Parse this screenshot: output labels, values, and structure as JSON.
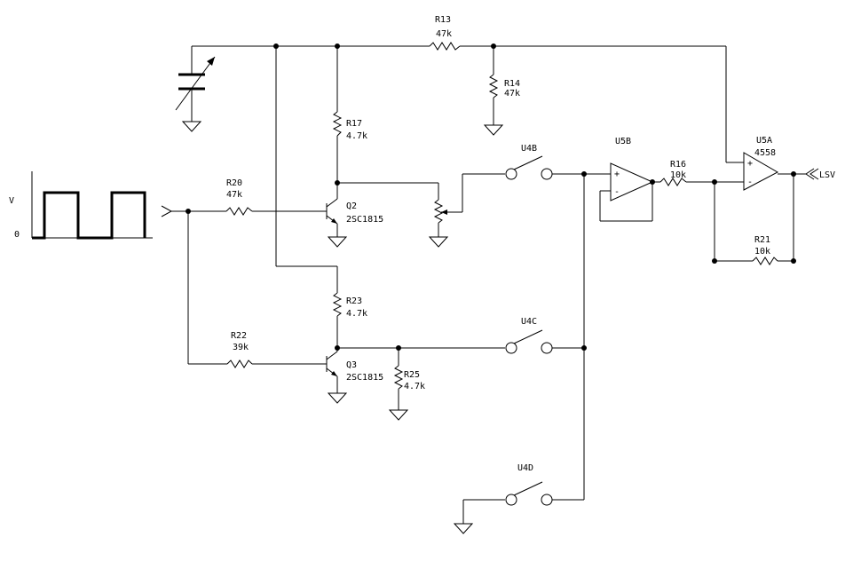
{
  "components": {
    "r13": {
      "ref": "R13",
      "value": "47k"
    },
    "r14": {
      "ref": "R14",
      "value": "47k"
    },
    "r17": {
      "ref": "R17",
      "value": "4.7k"
    },
    "r20": {
      "ref": "R20",
      "value": "47k"
    },
    "r22": {
      "ref": "R22",
      "value": "39k"
    },
    "r23": {
      "ref": "R23",
      "value": "4.7k"
    },
    "r25": {
      "ref": "R25",
      "value": "4.7k"
    },
    "r16": {
      "ref": "R16",
      "value": "10k"
    },
    "r21": {
      "ref": "R21",
      "value": "10k"
    },
    "q2": {
      "ref": "Q2",
      "part": "2SC1815"
    },
    "q3": {
      "ref": "Q3",
      "part": "2SC1815"
    },
    "u4b": {
      "ref": "U4B"
    },
    "u4c": {
      "ref": "U4C"
    },
    "u4d": {
      "ref": "U4D"
    },
    "u5b": {
      "ref": "U5B"
    },
    "u5a": {
      "ref": "U5A",
      "part": "4558"
    }
  },
  "output_label": "LSV",
  "waveform": {
    "high_label": "V",
    "low_label": "0"
  },
  "opamp_pins": {
    "plus": "+",
    "minus": "-"
  }
}
